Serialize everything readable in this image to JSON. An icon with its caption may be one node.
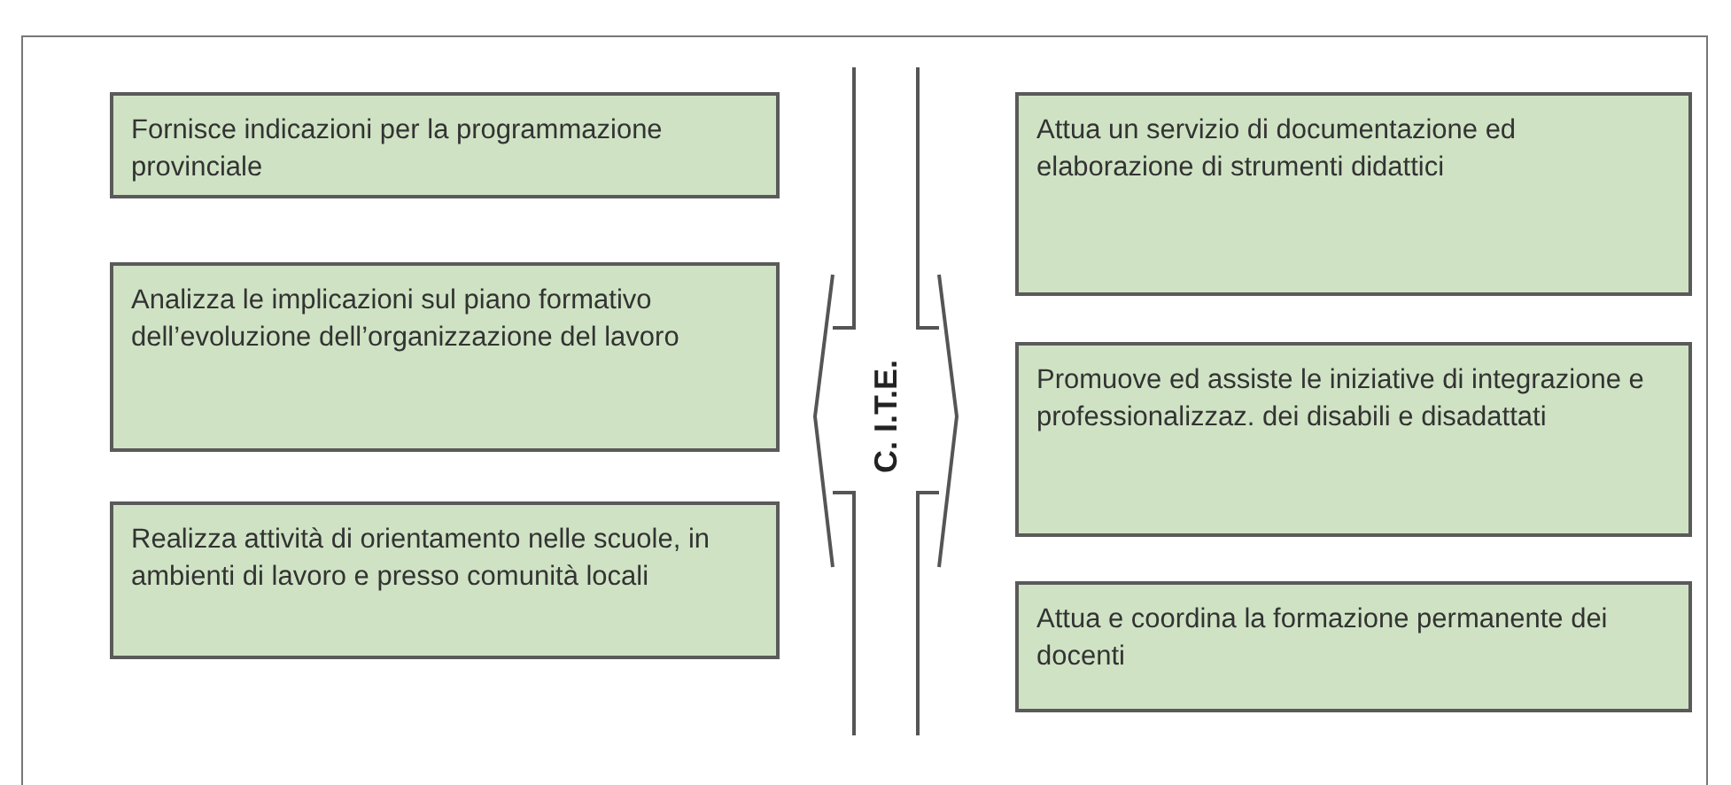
{
  "diagram": {
    "nodes": [
      {
        "text": [
          "Fornisce indicazioni per la programmazione provinciale"
        ]
      },
      {
        "text": [
          "Analizza le implicazioni sul piano formativo dell’evoluzione dell’organizzazione del lavoro"
        ]
      },
      {
        "text": [
          "Realizza attività di orientamento nelle scuole, in ambienti di lavoro e presso comunità locali"
        ]
      },
      {
        "text": [
          "C. I.T.E."
        ]
      },
      {
        "text": [
          "Attua un servizio di documentazione ed elaborazione di strumenti didattici"
        ]
      },
      {
        "text": [
          "Promuove ed assiste le iniziative di integrazione e professionalizzaz. dei disabili e disadattati"
        ]
      },
      {
        "text": [
          "Attua e coordina la formazione permanente dei docenti"
        ]
      }
    ]
  }
}
